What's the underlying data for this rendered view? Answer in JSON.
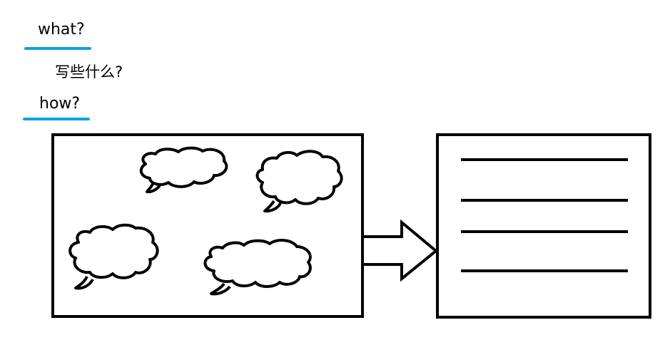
{
  "labels": {
    "what": "what?",
    "subtitle": "写些什么?",
    "how": "how?"
  },
  "colors": {
    "underline": "#0ea0e0",
    "stroke": "#000000",
    "background": "#ffffff"
  },
  "diagram": {
    "thought_bubble_count": 4,
    "text_line_count": 4,
    "arrow_direction": "right"
  }
}
